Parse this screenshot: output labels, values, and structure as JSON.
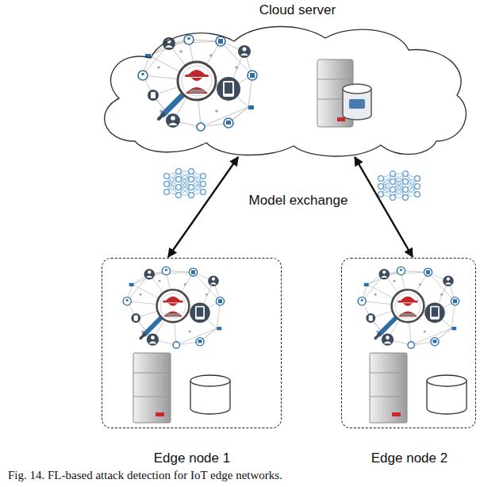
{
  "diagram": {
    "caption": "Fig. 14. FL-based attack detection for IoT edge networks.",
    "nodes": [
      {
        "text": [
          "Cloud server"
        ]
      },
      {
        "text": [
          "Edge node 1"
        ]
      },
      {
        "text": [
          "Edge node 2"
        ]
      }
    ],
    "edges": [
      {
        "from": 0,
        "to": 1,
        "arrow": "both"
      },
      {
        "from": 0,
        "to": 2,
        "arrow": "both"
      }
    ],
    "labels": [
      "Model exchange"
    ]
  }
}
